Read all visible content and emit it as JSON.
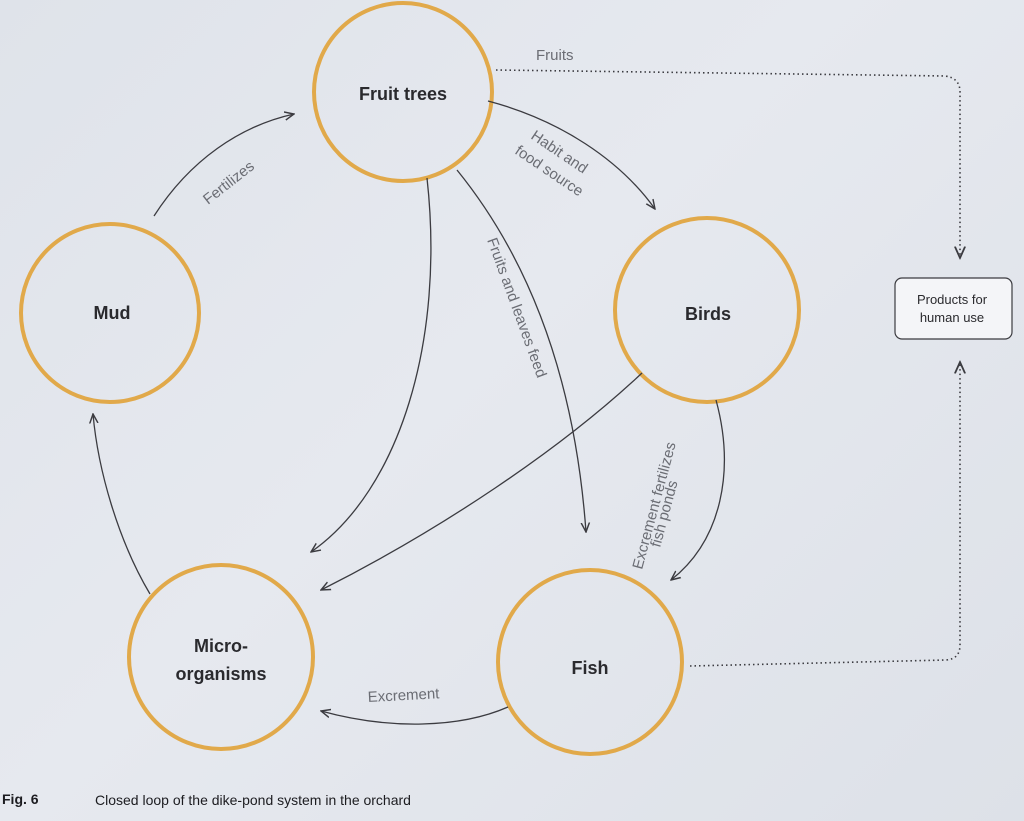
{
  "nodes": {
    "fruit_trees": "Fruit trees",
    "mud": "Mud",
    "birds": "Birds",
    "microorganisms": [
      "Micro-",
      "organisms"
    ],
    "fish": "Fish"
  },
  "edges": {
    "fruits": "Fruits",
    "fertilizes": "Fertilizes",
    "habit_food": [
      "Habit and",
      "food source"
    ],
    "fruits_leaves_feed": "Fruits and leaves feed",
    "excrement_fertilizes": [
      "Excrement fertilizes",
      "fish ponds"
    ],
    "excrement": "Excrement"
  },
  "output_box": {
    "label": [
      "Products for",
      "human use"
    ]
  },
  "caption": {
    "figure": "Fig. 6",
    "text": "Closed loop of the dike-pond system in the orchard"
  },
  "colors": {
    "ring": "#e1a94a",
    "line": "#3b3b40",
    "edge_label": "#6b6d74",
    "background": "#e2e5eb"
  }
}
